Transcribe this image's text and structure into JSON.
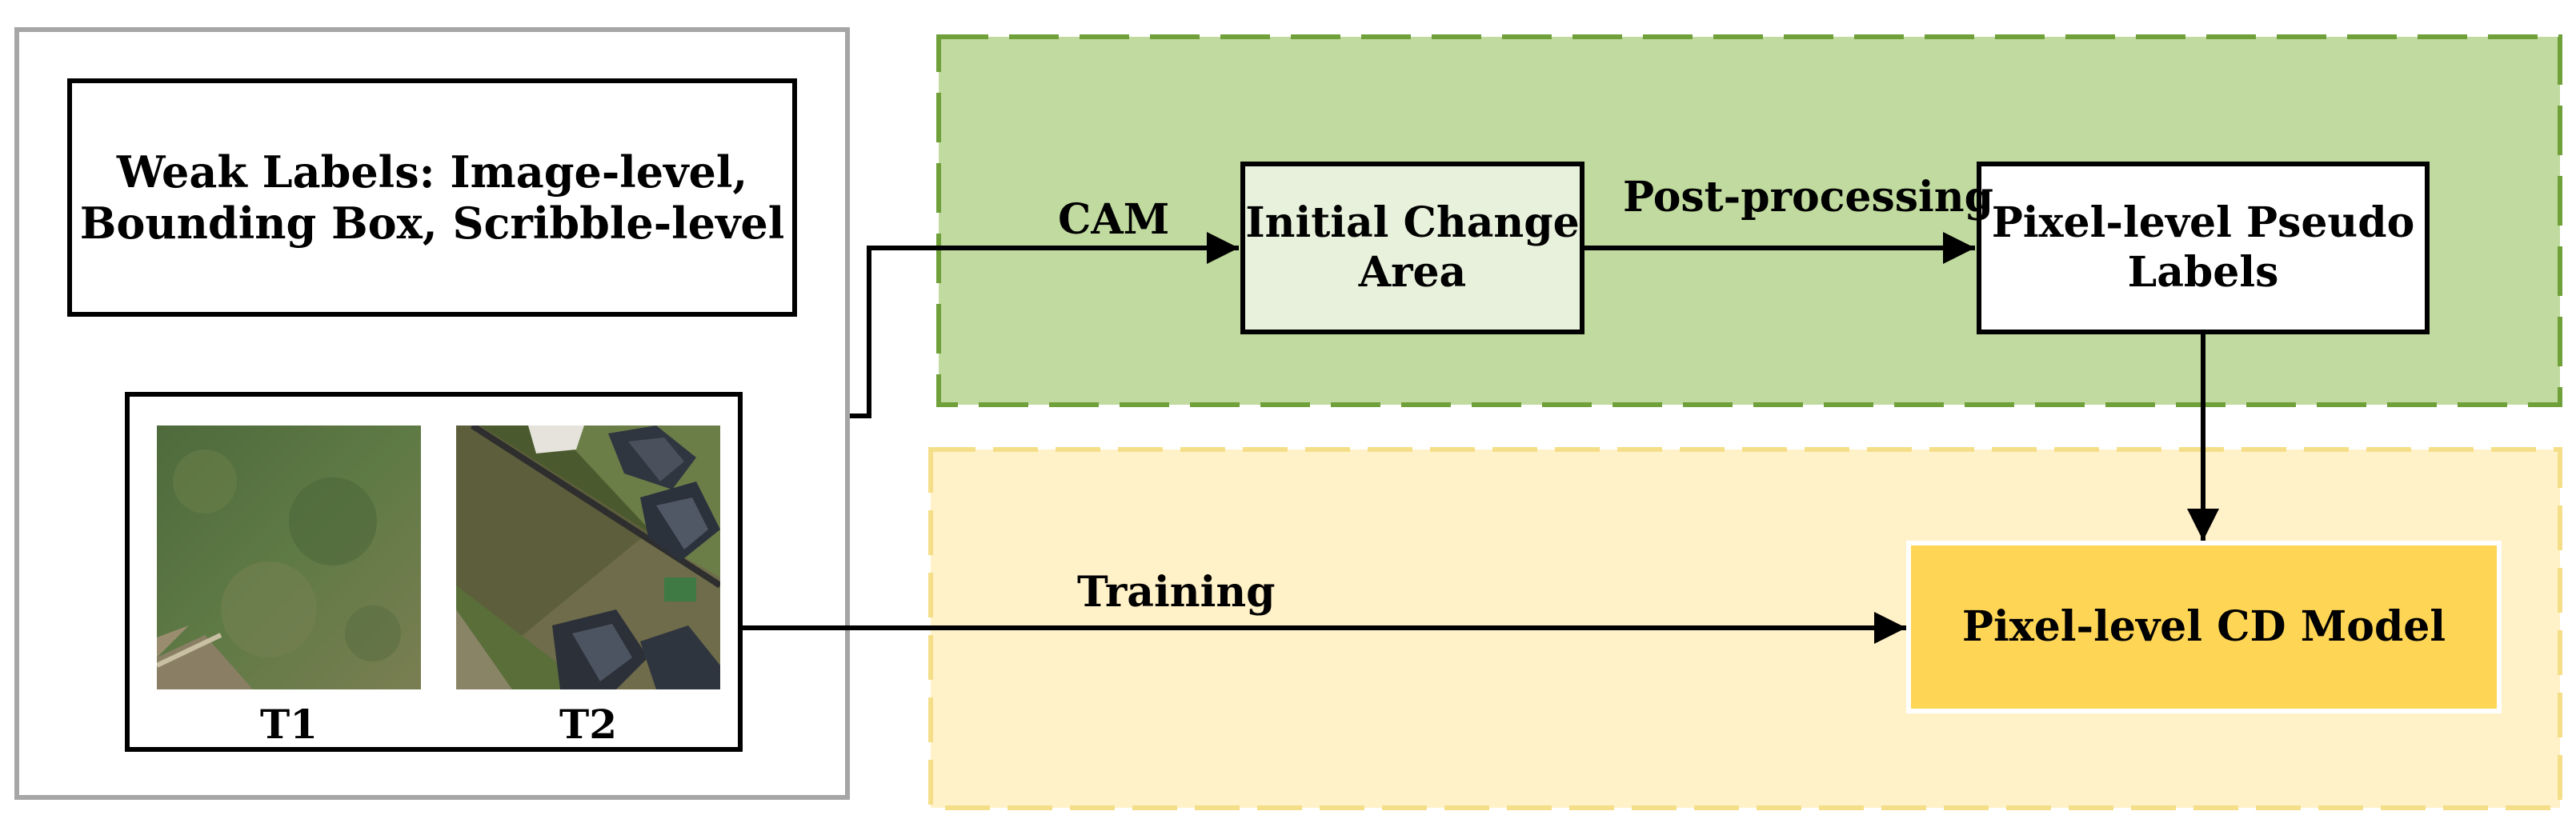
{
  "nodes": {
    "weak_labels": "Weak Labels: Image-level, Bounding Box, Scribble-level",
    "initial_change_area": "Initial Change Area",
    "pseudo_labels": "Pixel-level Pseudo Labels",
    "cd_model": "Pixel-level CD Model"
  },
  "images": {
    "t1_label": "T1",
    "t2_label": "T2"
  },
  "edges": {
    "cam": "CAM",
    "post_processing": "Post-processing",
    "training": "Training"
  },
  "colors": {
    "green_region_fill": "#c0da9f",
    "green_region_border": "#70a03a",
    "yellow_region_fill": "#fff1c8",
    "yellow_region_border": "#f5de88",
    "initial_box_fill": "#e8f1dc",
    "model_box_fill": "#ffd556",
    "left_panel_border": "#a6a6a6"
  }
}
